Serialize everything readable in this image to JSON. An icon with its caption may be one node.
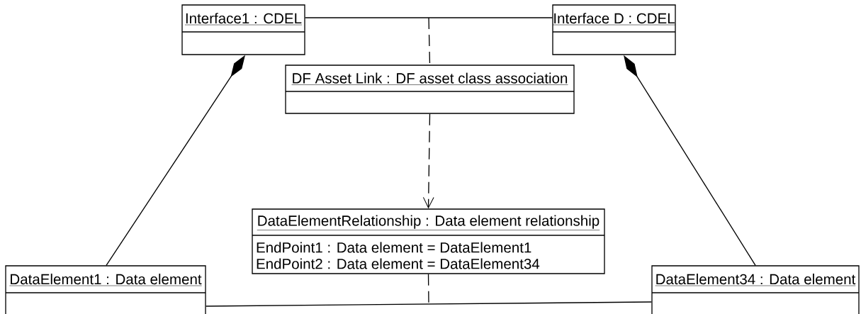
{
  "diagram": {
    "nodes": [
      {
        "text": [
          "Interface1 : CDEL"
        ]
      },
      {
        "text": [
          "Interface D : CDEL"
        ]
      },
      {
        "text": [
          "DF Asset Link : DF asset class association"
        ]
      },
      {
        "text": [
          "DataElementRelationship : Data element relationship",
          "EndPoint1 : Data element = DataElement1",
          "EndPoint2 : Data element = DataElement34"
        ]
      },
      {
        "text": [
          "DataElement1 : Data element"
        ]
      },
      {
        "text": [
          "DataElement34 : Data element"
        ]
      }
    ],
    "edges": [
      {
        "from": 0,
        "to": 1,
        "arrow": "none"
      },
      {
        "from": null,
        "to": 2,
        "arrow": "none",
        "style": "dashed"
      },
      {
        "from": 2,
        "to": 3,
        "arrow": "to",
        "style": "dashed"
      },
      {
        "from": 3,
        "to": null,
        "arrow": "none",
        "style": "dashed"
      },
      {
        "from": 4,
        "to": 5,
        "arrow": "none"
      },
      {
        "from": 4,
        "to": 0,
        "arrow": "other"
      },
      {
        "from": 5,
        "to": 1,
        "arrow": "other"
      }
    ]
  }
}
